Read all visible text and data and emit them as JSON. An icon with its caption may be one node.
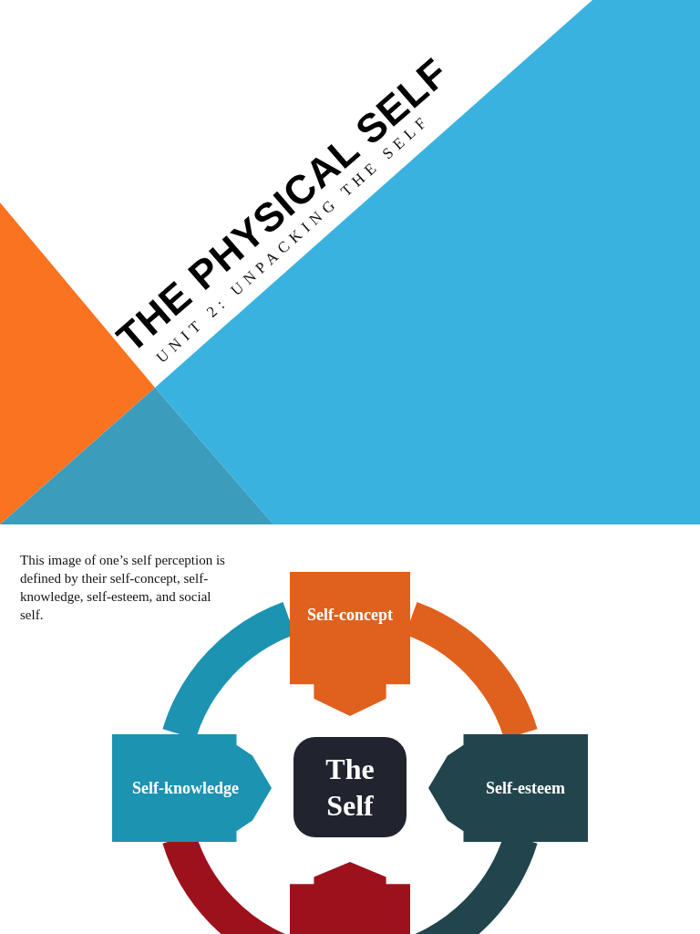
{
  "diagram": {
    "title": "THE PHYSICAL SELF",
    "nodes": [
      {
        "text": [
          "Self-concept"
        ]
      },
      {
        "text": [
          "Self-knowledge"
        ]
      },
      {
        "text": [
          "The Self"
        ]
      },
      {
        "text": [
          "Self-esteem"
        ]
      },
      {
        "text": [],
        "shape": "box"
      }
    ],
    "edges": [
      {
        "from": 1,
        "to": 0,
        "arrow": "none",
        "color": "#1b93b1"
      },
      {
        "from": 0,
        "to": 3,
        "arrow": "none",
        "color": "#e0601e"
      },
      {
        "from": 3,
        "to": 4,
        "arrow": "none",
        "color": "#22454d"
      },
      {
        "from": 4,
        "to": 1,
        "arrow": "none",
        "color": "#9c111b"
      }
    ],
    "labels": [
      "UNIT 2: UNPACKING THE SELF",
      "This image of one’s self perception is defined by their self-concept, self-knowledge, self-esteem, and social self."
    ]
  }
}
